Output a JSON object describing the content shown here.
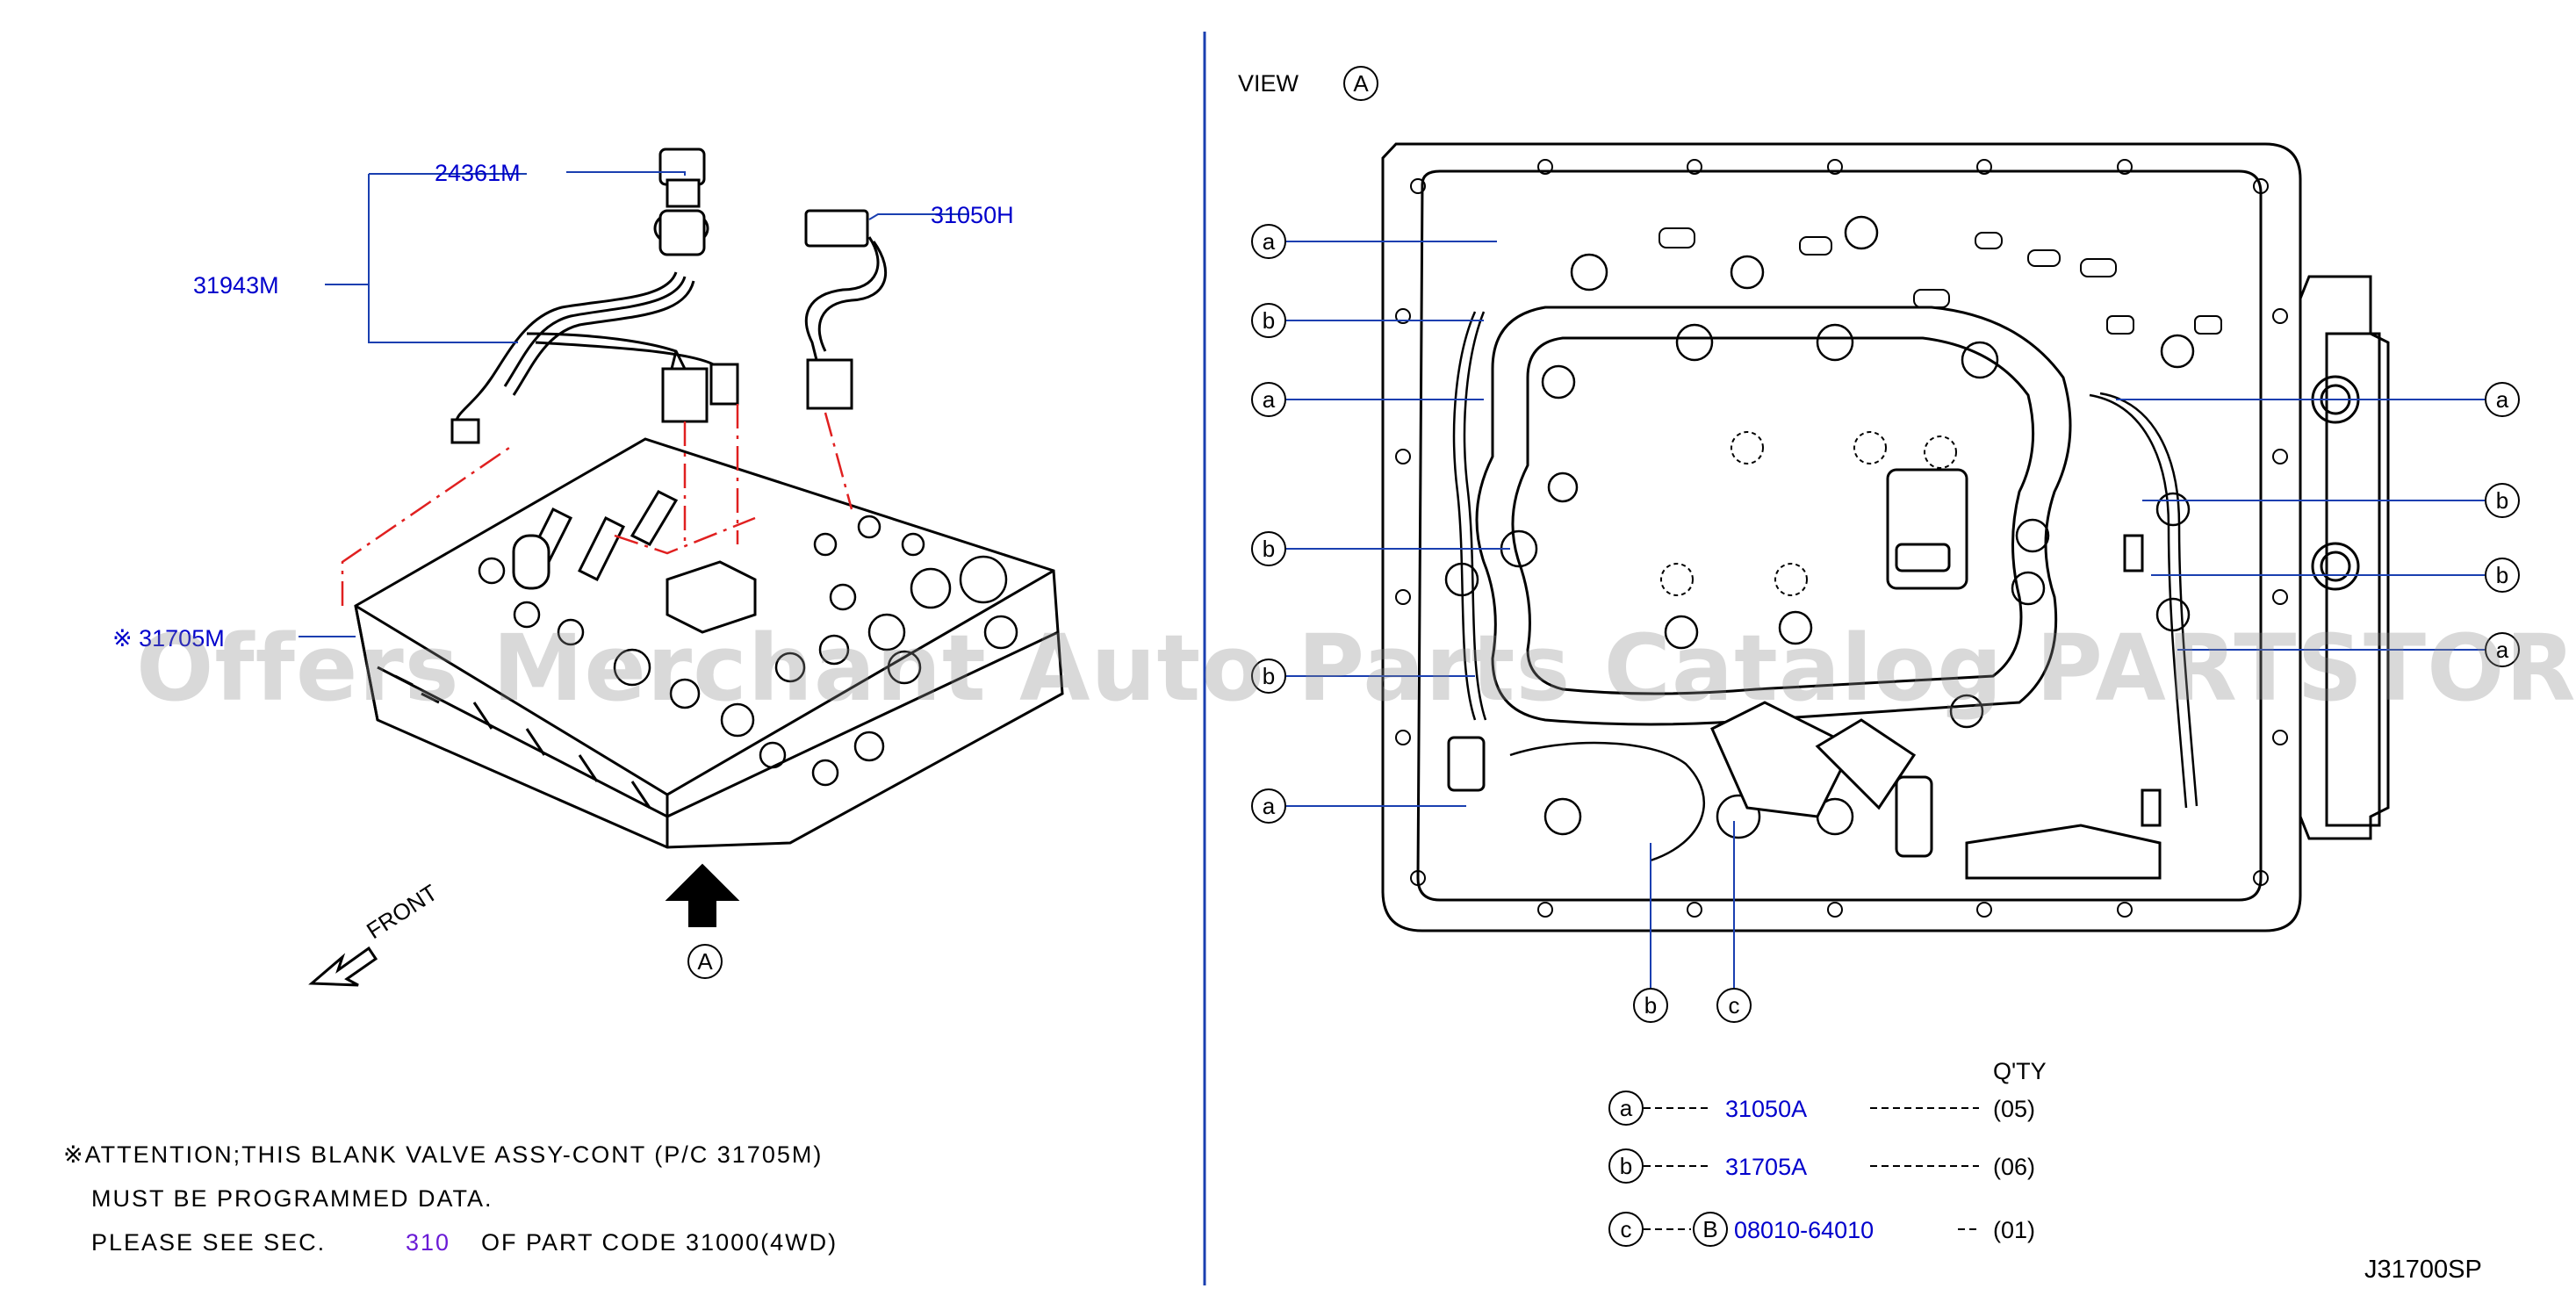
{
  "left": {
    "parts": {
      "p24361": "24361M",
      "p31943": "31943M",
      "p31050h": "31050H",
      "p31705": "※ 31705M"
    },
    "front_label": "FRONT",
    "view_marker": "A"
  },
  "right": {
    "view_label": "VIEW",
    "view_marker": "A",
    "left_callouts": [
      "a",
      "b",
      "a",
      "b",
      "b",
      "a"
    ],
    "right_callouts": [
      "a",
      "b",
      "b",
      "a"
    ],
    "bottom_callouts": [
      "b",
      "c"
    ]
  },
  "qty_table": {
    "header": "Q'TY",
    "rows": [
      {
        "marker": "a",
        "dash": "----",
        "part": "31050A",
        "dashes": "--------",
        "qty": "(05)"
      },
      {
        "marker": "b",
        "dash": "----",
        "part": "31705A",
        "dashes": "--------",
        "qty": "(06)"
      },
      {
        "marker": "c",
        "dash": "---",
        "bolt": "B",
        "part": "08010-64010",
        "dashes": "--",
        "qty": "(01)"
      }
    ]
  },
  "attention": {
    "line1": "※ATTENTION;THIS  BLANK  VALVE  ASSY-CONT  (P/C  31705M)",
    "line2": "MUST  BE  PROGRAMMED  DATA.",
    "line3_pre": "PLEASE  SEE  SEC.",
    "line3_sec": "310",
    "line3_post": "OF  PART  CODE  31000(4WD)"
  },
  "diagram_code": "J31700SP",
  "watermark": "Offers Merchant Auto Parts Catalog PARTSTORE.SA",
  "colors": {
    "part_link": "#0000cc",
    "section_link": "#6a1bd6",
    "divider": "#1a3fb0",
    "leader": "#1a3fb0"
  }
}
